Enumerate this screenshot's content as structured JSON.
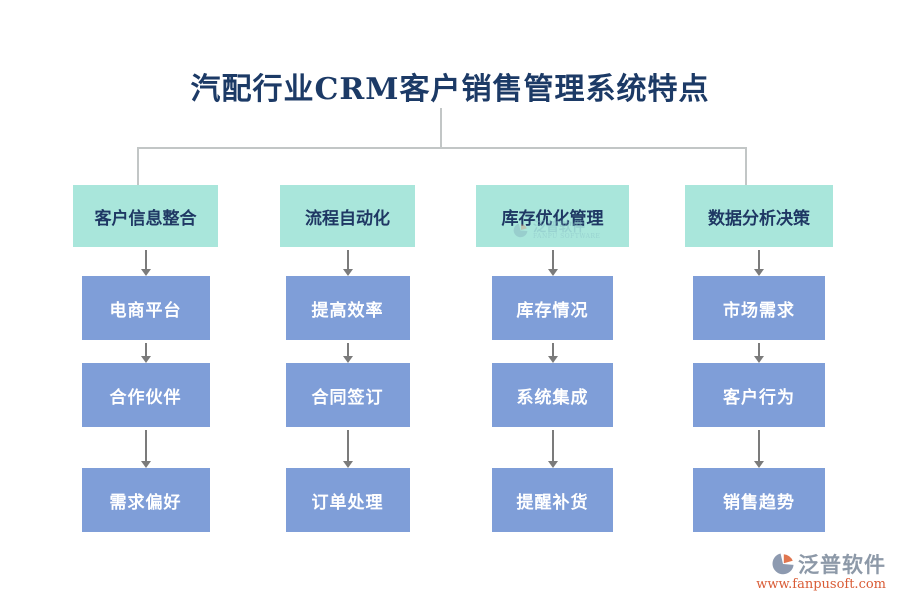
{
  "title": "汽配行业CRM客户销售管理系统特点",
  "colors": {
    "header_bg": "#a9e6db",
    "item_bg": "#7f9ed8",
    "title_color": "#1c3a66",
    "header_text": "#1f3864",
    "item_text": "#ffffff",
    "connector": "#c2c6c6",
    "arrow": "#7b7b7b",
    "brand_text": "#8d99a8",
    "brand_url": "#d95b35"
  },
  "columns": [
    {
      "header": "客户信息整合",
      "items": [
        "电商平台",
        "合作伙伴",
        "需求偏好"
      ]
    },
    {
      "header": "流程自动化",
      "items": [
        "提高效率",
        "合同签订",
        "订单处理"
      ]
    },
    {
      "header": "库存优化管理",
      "items": [
        "库存情况",
        "系统集成",
        "提醒补货"
      ]
    },
    {
      "header": "数据分析决策",
      "items": [
        "市场需求",
        "客户行为",
        "销售趋势"
      ]
    }
  ],
  "watermark": {
    "brand": "泛普软件",
    "brand_en": "FANPU SOFTWARE"
  },
  "footer": {
    "brand": "泛普软件",
    "url": "www.fanpusoft.com"
  }
}
